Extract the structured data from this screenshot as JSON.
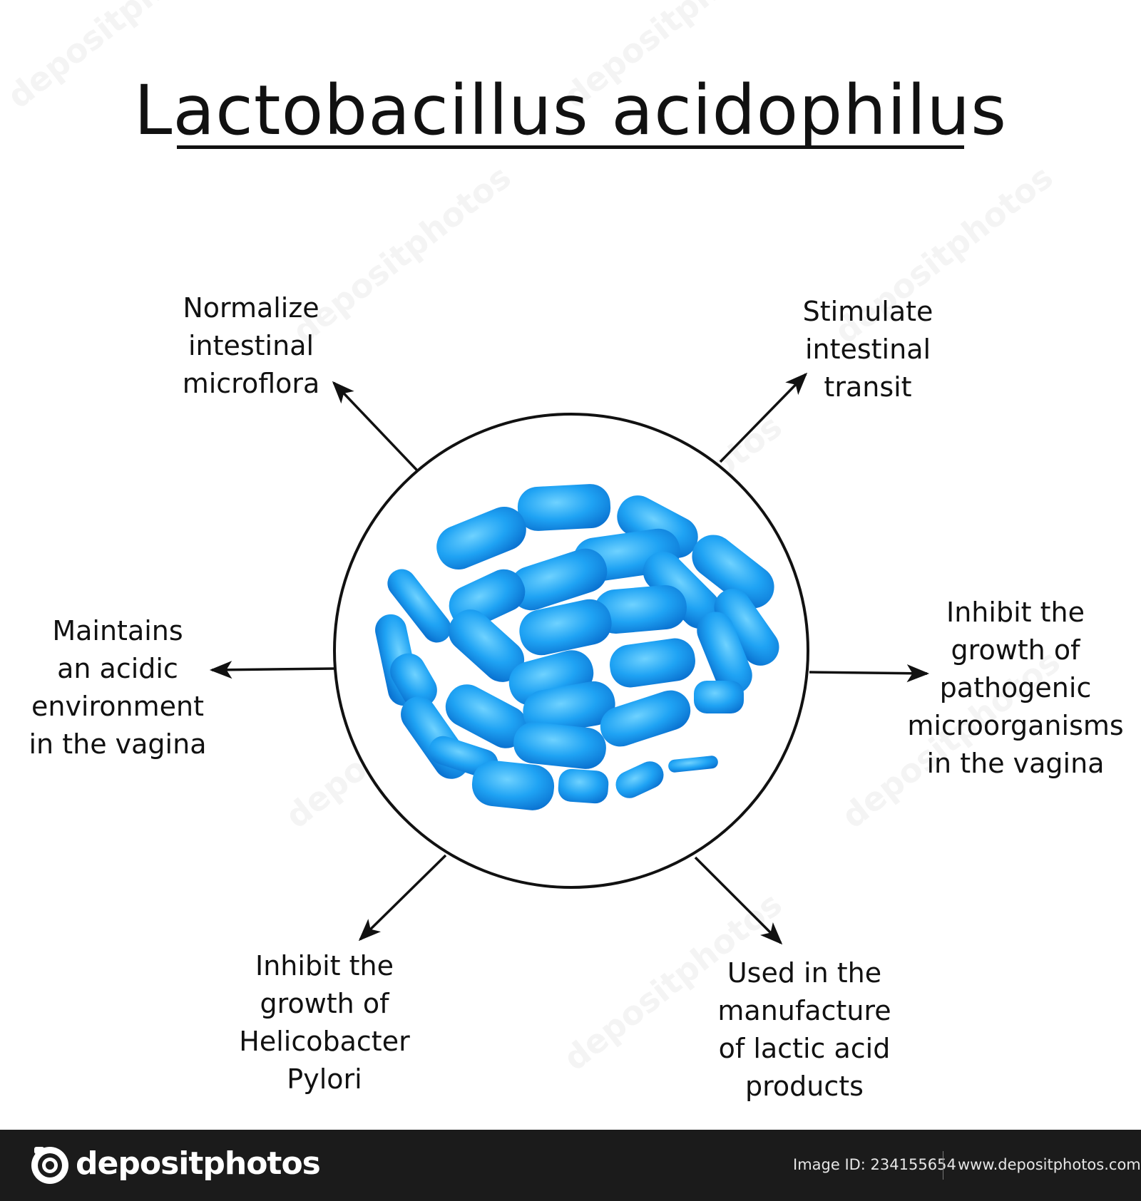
{
  "title": "Lactobacillus acidophilus",
  "labels": {
    "normalize": [
      "Normalize",
      "intestinal",
      "microflora"
    ],
    "stimulate": [
      "Stimulate",
      "intestinal",
      "transit"
    ],
    "acidic": [
      "Maintains",
      "an acidic",
      "environment",
      "in the vagina"
    ],
    "pathogenic": [
      "Inhibit the",
      "growth of",
      "pathogenic",
      "microorganisms",
      "in the vagina"
    ],
    "helicobacter": [
      "Inhibit the",
      "growth of",
      "Helicobacter",
      "Pylori"
    ],
    "lactic": [
      "Used in the",
      "manufacture",
      "of lactic acid",
      "products"
    ]
  },
  "footer": {
    "brand": "depositphotos",
    "image_id": "Image ID: 234155654",
    "url": "www.depositphotos.com"
  },
  "watermark": "depositphotos",
  "colors": {
    "bacteria": "#1e9cf0",
    "bacteria_light": "#4fc3ff",
    "ink": "#111111",
    "footer_bg": "#1b1b1b"
  }
}
